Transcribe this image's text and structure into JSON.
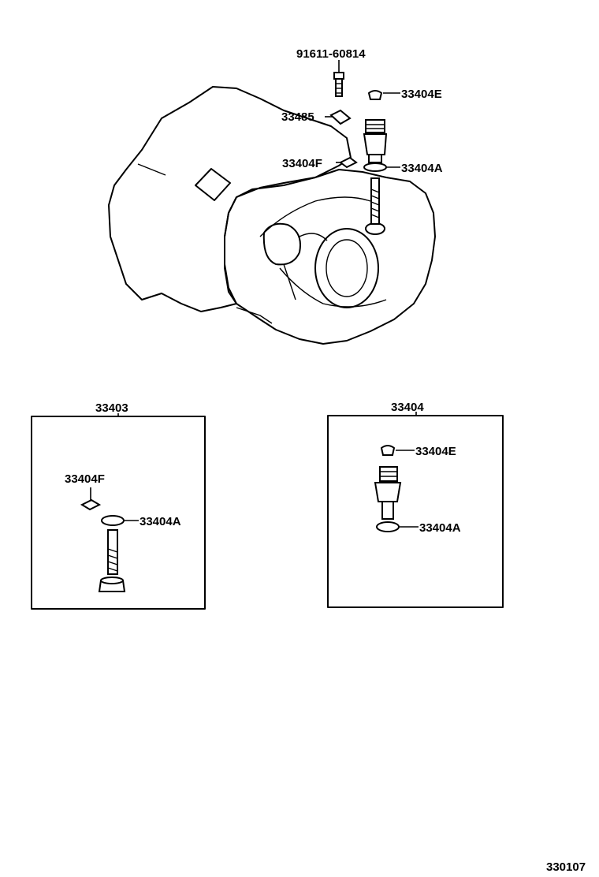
{
  "callouts": {
    "bolt": "91611-60814",
    "cap_top": "33404E",
    "clamp": "33485",
    "clip_top": "33404F",
    "oring_top": "33404A",
    "box1_title": "33403",
    "box1_clip": "33404F",
    "box1_oring": "33404A",
    "box2_title": "33404",
    "box2_cap": "33404E",
    "box2_oring": "33404A"
  },
  "figure_number": "330107"
}
